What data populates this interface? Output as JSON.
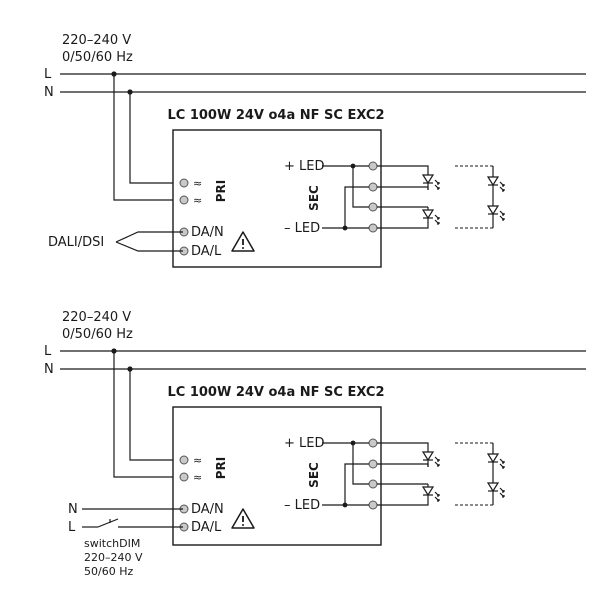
{
  "diagrams": [
    {
      "supply_voltage": "220–240 V",
      "supply_freq": "0/50/60 Hz",
      "line_L": "L",
      "line_N": "N",
      "title": "LC 100W 24V o4a NF SC EXC2",
      "pri_label": "PRI",
      "sec_label": "SEC",
      "mains_symbol": "≈",
      "terminal_1": "DA/N",
      "terminal_2": "DA/L",
      "led_plus": "+ LED",
      "led_minus": "– LED",
      "control_label": "DALI/DSI"
    },
    {
      "supply_voltage": "220–240 V",
      "supply_freq": "0/50/60 Hz",
      "line_L": "L",
      "line_N": "N",
      "title": "LC 100W 24V o4a NF SC EXC2",
      "pri_label": "PRI",
      "sec_label": "SEC",
      "mains_symbol": "≈",
      "terminal_1": "DA/N",
      "terminal_2": "DA/L",
      "led_plus": "+ LED",
      "led_minus": "– LED",
      "switch_N": "N",
      "switch_L": "L",
      "switch_title": "switchDIM",
      "switch_voltage": "220–240 V",
      "switch_freq": "50/60 Hz"
    }
  ]
}
